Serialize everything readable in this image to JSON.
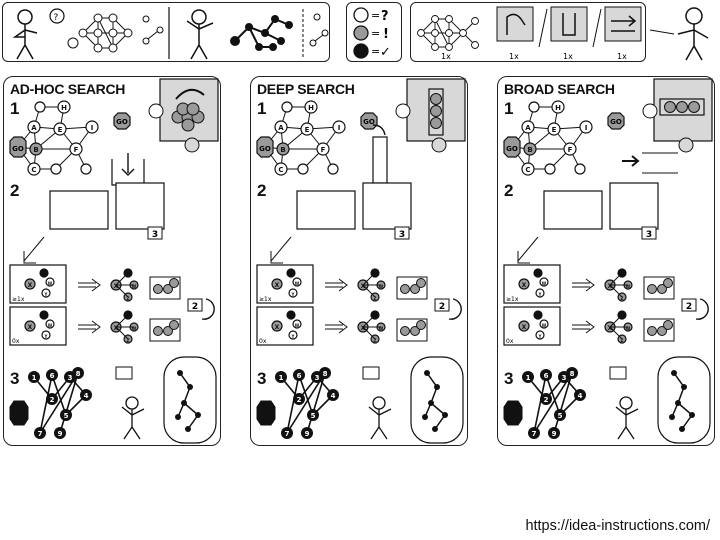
{
  "legend": {
    "unknown_symbol": "?",
    "known_symbol": "!",
    "done_symbol": "✓",
    "equals": "="
  },
  "strategies": {
    "ad_hoc_label": "1x",
    "deep_label": "1x",
    "broad_label": "1x",
    "intro_label": "1x"
  },
  "panels": [
    {
      "title": "AD-HOC SEARCH"
    },
    {
      "title": "DEEP SEARCH"
    },
    {
      "title": "BROAD SEARCH"
    }
  ],
  "steps": {
    "one": "1",
    "two": "2",
    "three": "3"
  },
  "graph_nodes": {
    "go": "GO",
    "a": "A",
    "b": "B",
    "c": "C",
    "e": "E",
    "f": "F",
    "h": "H",
    "i": "I",
    "w": "W",
    "x": "X",
    "y": "Y",
    "z": "Z"
  },
  "counters": {
    "repeat_step": "2",
    "next_step": "3",
    "many_x": "≥1x",
    "zero_x": "0x"
  },
  "path_numbers": {
    "ad_hoc": [
      "1",
      "2",
      "3",
      "4",
      "5",
      "6",
      "7",
      "8",
      "9"
    ],
    "deep": [
      "1",
      "2",
      "3",
      "4",
      "5",
      "6",
      "7",
      "8",
      "9"
    ],
    "broad": [
      "1",
      "2",
      "3",
      "4",
      "5",
      "6",
      "7",
      "8",
      "9"
    ]
  },
  "colors": {
    "gray_fill": "#9a9a9a",
    "dark": "#111111",
    "light_panel": "#d8d8d8"
  },
  "footer": {
    "url": "https://idea-instructions.com/"
  }
}
